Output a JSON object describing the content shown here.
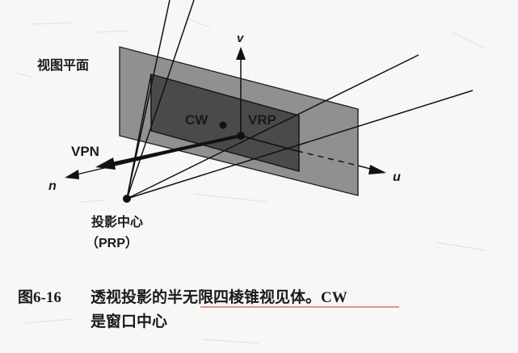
{
  "diagram": {
    "labels": {
      "view_plane": "视图平面",
      "v_axis": "v",
      "u_axis": "u",
      "n_axis": "n",
      "cw": "CW",
      "vrp": "VRP",
      "vpn": "VPN",
      "prp_name": "投影中心",
      "prp_abbr": "（PRP）"
    }
  },
  "caption": {
    "figure_number": "图6-16",
    "line1_text": "透视投影的半无限四棱锥视见体。CW",
    "line2_text": "是窗口中心"
  },
  "colors": {
    "outer_plane": "#909090",
    "window": "#4a4a4a",
    "ink": "#111111",
    "underline": "#e07060"
  }
}
